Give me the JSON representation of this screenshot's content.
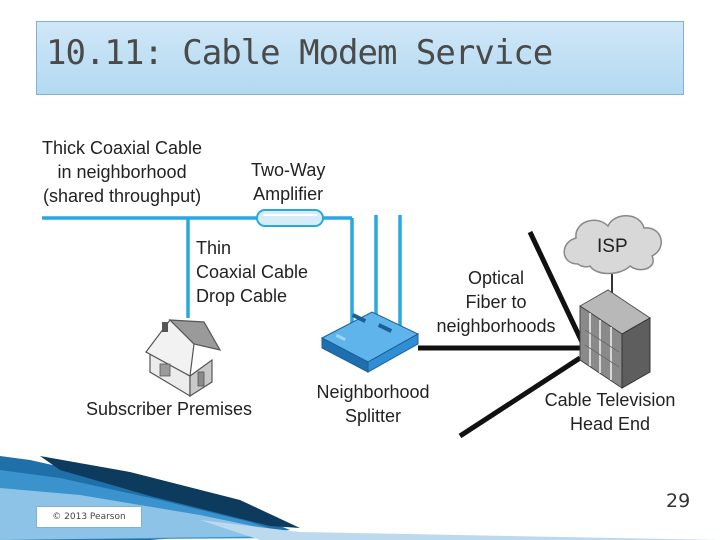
{
  "slide": {
    "title": "10.11: Cable Modem Service",
    "copyright": "© 2013 Pearson",
    "page_number": "29"
  },
  "diagram": {
    "labels": {
      "thick_coax_line1": "Thick Coaxial Cable",
      "thick_coax_line2": "in neighborhood",
      "thick_coax_line3": "(shared throughput)",
      "amplifier_line1": "Two-Way",
      "amplifier_line2": "Amplifier",
      "thin_coax_line1": "Thin",
      "thin_coax_line2": "Coaxial Cable",
      "thin_coax_line3": "Drop Cable",
      "optical_line1": "Optical",
      "optical_line2": "Fiber to",
      "optical_line3": "neighborhoods",
      "isp": "ISP",
      "subscriber": "Subscriber Premises",
      "splitter_line1": "Neighborhood",
      "splitter_line2": "Splitter",
      "headend_line1": "Cable Television",
      "headend_line2": "Head End"
    },
    "colors": {
      "coax": "#29a8e0",
      "fiber": "#111111",
      "title_bg": "#c4e1f5",
      "splitter": "#2f8ed4"
    }
  }
}
